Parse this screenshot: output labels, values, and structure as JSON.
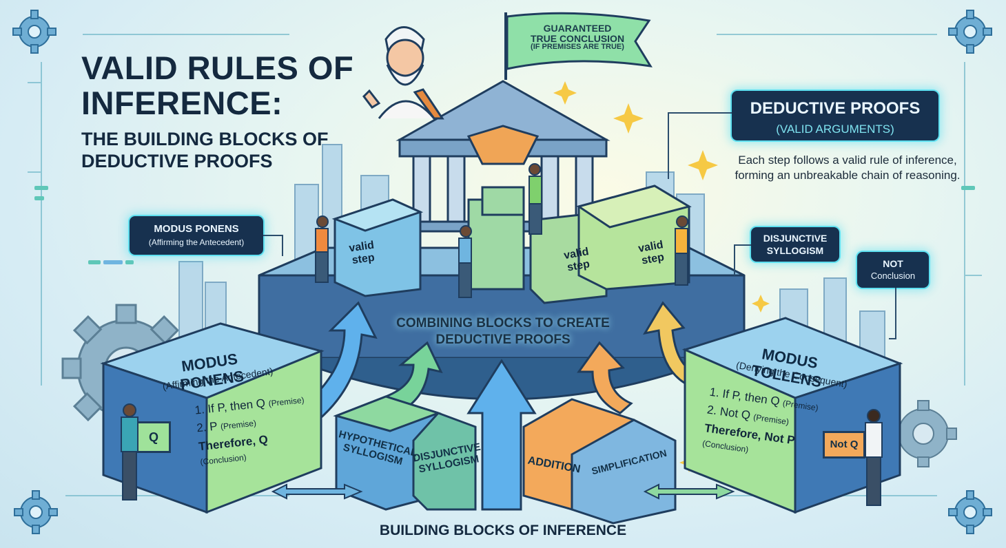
{
  "title": {
    "main": "VALID RULES OF INFERENCE:",
    "subtitle": "THE BUILDING BLOCKS OF DEDUCTIVE PROOFS"
  },
  "flag": {
    "line1": "GUARANTEED",
    "line2": "TRUE CONCLUSION",
    "line3": "(IF PREMISES ARE TRUE)"
  },
  "deductive_callout": {
    "title": "DEDUCTIVE PROOFS",
    "subtitle": "(VALID ARGUMENTS)",
    "description": "Each step follows a valid rule of inference, forming an unbreakable chain of reasoning."
  },
  "small_callouts": {
    "modus_ponens": {
      "title": "MODUS PONENS",
      "subtitle": "(Affirming the Antecedent)"
    },
    "disjunctive": {
      "line1": "DISJUNCTIVE",
      "line2": "SYLLOGISM"
    },
    "not_conclusion": {
      "line1": "NOT",
      "line2": "Conclusion"
    }
  },
  "top_blocks": {
    "left": "valid step",
    "middle": "valid step",
    "right": "valid step"
  },
  "center_label": {
    "line1": "COMBINING BLOCKS TO CREATE",
    "line2": "DEDUCTIVE PROOFS"
  },
  "modus_ponens_block": {
    "heading": "MODUS PONENS",
    "subheading": "(Affirming the Antecedent)",
    "line1": "1. If P, then Q",
    "line1_note": "(Premise)",
    "line2": "2. P",
    "line2_note": "(Premise)",
    "therefore": "Therefore, Q",
    "therefore_note": "(Conclusion)",
    "card": "Q"
  },
  "modus_tollens_block": {
    "heading": "MODUS TOLLENS",
    "subheading": "(Denying the Consequent)",
    "line1": "1. If P, then Q",
    "line1_note": "(Premise)",
    "line2": "2. Not Q",
    "line2_note": "(Premise)",
    "therefore": "Therefore, Not P",
    "therefore_note": "(Conclusion)",
    "card": "Not Q"
  },
  "front_blocks": {
    "hypothetical": {
      "line1": "HYPOTHETICAL",
      "line2": "SYLLOGISM"
    },
    "disjunctive": {
      "line1": "DISJUNCTIVE",
      "line2": "SYLLOGISM"
    },
    "addition": "ADDITION",
    "simplification": "SIMPLIFICATION"
  },
  "bottom_title": "BUILDING BLOCKS OF INFERENCE",
  "colors": {
    "navy": "#14293f",
    "callout_bg": "#17314f",
    "glow": "#5ee0f0",
    "green_block": "#9ddc8c",
    "blue_block": "#5fa6d9",
    "orange_block": "#f3a95b",
    "arrow_blue": "#4fa5e8"
  },
  "icons": [
    "gear-icon",
    "sparkle-icon",
    "flag-icon",
    "temple-icon",
    "arrow-up-icon",
    "swap-arrows-icon"
  ]
}
